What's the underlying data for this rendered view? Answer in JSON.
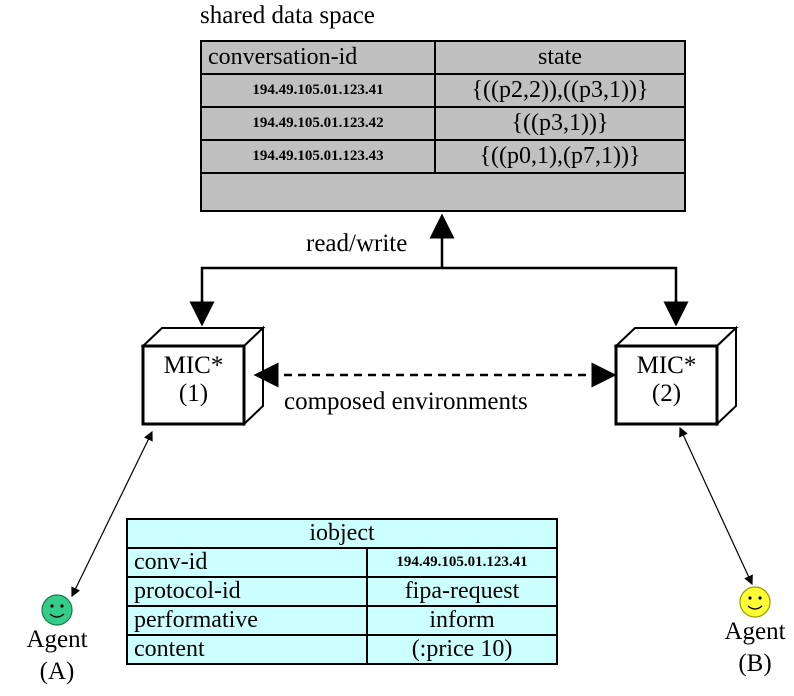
{
  "shared_space": {
    "title": "shared data space",
    "headers": [
      "conversation-id",
      "state"
    ],
    "rows": [
      {
        "id": "194.49.105.01.123.41",
        "state": "{((p2,2)),((p3,1))}"
      },
      {
        "id": "194.49.105.01.123.42",
        "state": "{((p3,1))}"
      },
      {
        "id": "194.49.105.01.123.43",
        "state": "{((p0,1),(p7,1))}"
      }
    ]
  },
  "labels": {
    "read_write": "read/write",
    "composed": "composed environments"
  },
  "mic": {
    "left": {
      "name": "MIC*",
      "number": "(1)"
    },
    "right": {
      "name": "MIC*",
      "number": "(2)"
    }
  },
  "agents": {
    "a": {
      "name": "Agent",
      "id": "(A)",
      "color": "#33cc88"
    },
    "b": {
      "name": "Agent",
      "id": "(B)",
      "color": "#ffff33"
    }
  },
  "iobject": {
    "title": "iobject",
    "rows": [
      {
        "key": "conv-id",
        "value": "194.49.105.01.123.41"
      },
      {
        "key": "protocol-id",
        "value": "fipa-request"
      },
      {
        "key": "performative",
        "value": "inform"
      },
      {
        "key": "content",
        "value": "(:price 10)"
      }
    ]
  },
  "colors": {
    "shared_table_bg": "#c0c0c0",
    "iobject_bg": "#ccffff"
  }
}
